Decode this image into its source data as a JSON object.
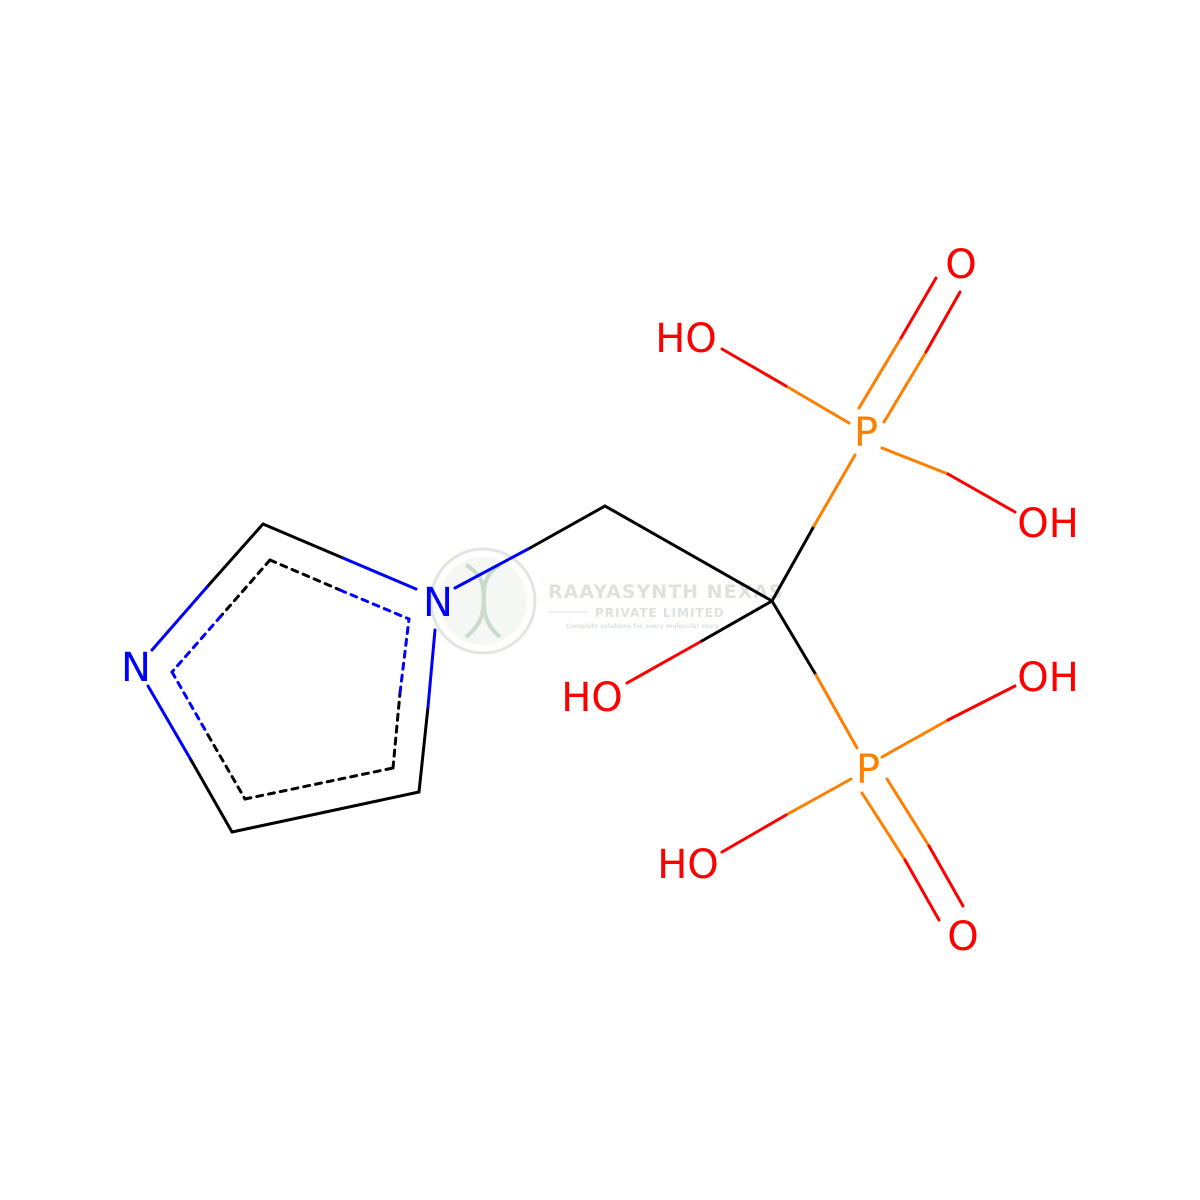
{
  "colors": {
    "carbon": "#000000",
    "nitrogen": "#0000ff",
    "oxygen": "#ff0000",
    "phosphorus": "#ff8000",
    "watermark": "#b8c4b8"
  },
  "atoms": {
    "n_imine": "N",
    "n_ring": "N",
    "p_top": "P",
    "p_bottom": "P",
    "o_top_double": "O",
    "oh_top_left": "HO",
    "oh_top_right": "OH",
    "oh_carbon": "HO",
    "oh_bottom_right": "OH",
    "oh_bottom_left": "HO",
    "o_bottom_double": "O"
  },
  "watermark": {
    "title": "RAAYASYNTH NEXAS",
    "subtitle": "PRIVATE LIMITED",
    "tagline": "Complete solutions for every molecular story"
  }
}
